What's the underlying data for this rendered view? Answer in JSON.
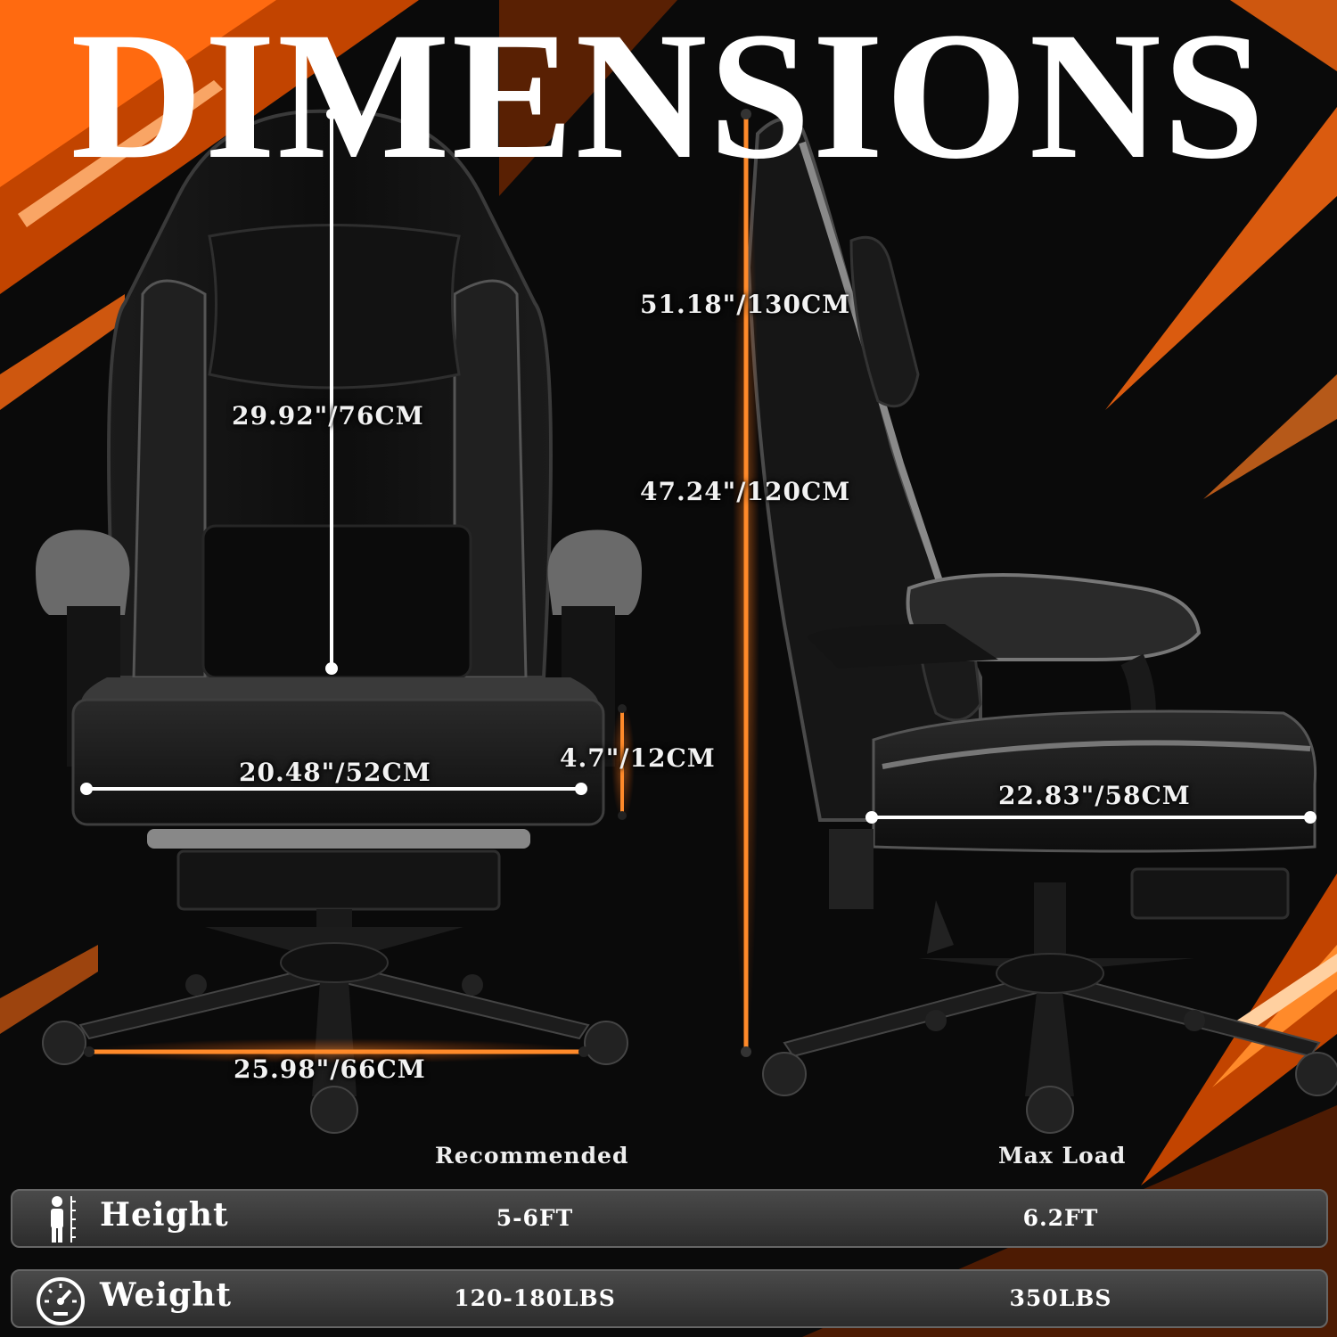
{
  "headline": "DIMENSIONS",
  "dimensions": {
    "backrest_height": "29.92\"/76CM",
    "total_height_max": "51.18\"/130CM",
    "total_height_min": "47.24\"/120CM",
    "seat_thickness": "4.7\"/12CM",
    "seat_width": "20.48\"/52CM",
    "seat_depth": "22.83\"/58CM",
    "base_width": "25.98\"/66CM"
  },
  "specs": {
    "col_recommended": "Recommended",
    "col_max_load": "Max Load",
    "rows": [
      {
        "label": "Height",
        "icon": "person-height-icon",
        "recommended": "5-6FT",
        "max": "6.2FT"
      },
      {
        "label": "Weight",
        "icon": "gauge-icon",
        "recommended": "120-180LBS",
        "max": "350LBS"
      }
    ]
  },
  "colors": {
    "accent": "#ff6a10",
    "background": "#0a0a0a",
    "chair": "#161616"
  }
}
